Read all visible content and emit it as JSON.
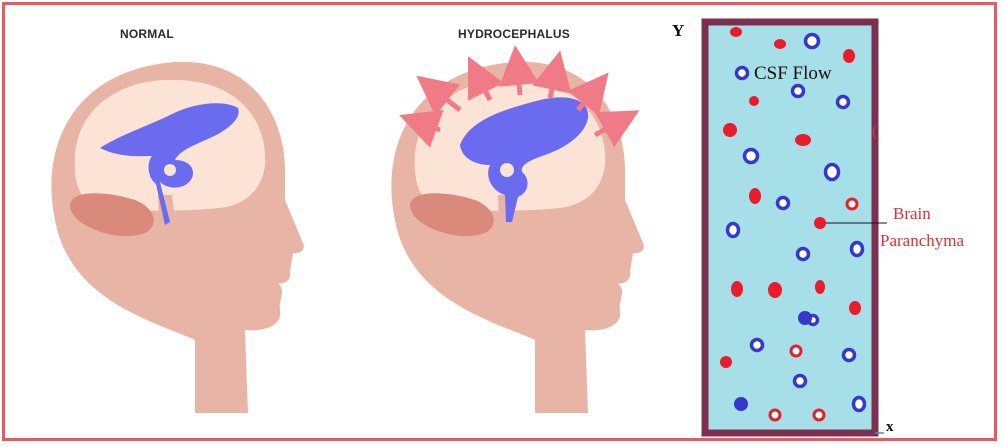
{
  "panels": {
    "normal": {
      "title": "NORMAL"
    },
    "hydrocephalus": {
      "title": "HYDROCEPHALUS"
    }
  },
  "flow_diagram": {
    "y_axis_label": "Y",
    "x_axis_label": "x",
    "csf_label": "CSF Flow",
    "brain_label_line1": "Brain",
    "brain_label_line2": "Paranchyma",
    "side_mark": "("
  },
  "colors": {
    "frame": "#e85a5f",
    "channel_fill": "#a7dfe8",
    "channel_border": "#7b3050",
    "ventricle": "#6b6bf0",
    "head_skin": "#e8b4a6",
    "brain": "#fbe3d6",
    "cerebellum": "#d98a7a",
    "arrow": "#f07a86",
    "particle_red": "#e81c2a",
    "particle_blue": "#3538c8"
  },
  "particles": {
    "red": [
      [
        736,
        32,
        6,
        5
      ],
      [
        780,
        44,
        6,
        5
      ],
      [
        849,
        56,
        6,
        7
      ],
      [
        754,
        101,
        5,
        5
      ],
      [
        730,
        130,
        7,
        7
      ],
      [
        803,
        140,
        8,
        6
      ],
      [
        755,
        196,
        6,
        8
      ],
      [
        820,
        223,
        6,
        6
      ],
      [
        737,
        289,
        6,
        8
      ],
      [
        775,
        290,
        7,
        8
      ],
      [
        820,
        287,
        5,
        7
      ],
      [
        855,
        308,
        6,
        7
      ],
      [
        726,
        362,
        6,
        6
      ],
      [
        776,
        415,
        5,
        5
      ],
      [
        833,
        260,
        0,
        0
      ]
    ],
    "red_ring": [
      [
        852,
        204,
        6,
        6
      ],
      [
        796,
        351,
        6,
        6
      ],
      [
        819,
        415,
        6,
        6
      ],
      [
        775,
        415,
        6,
        6
      ]
    ],
    "blue_ring": [
      [
        812,
        41,
        8,
        8
      ],
      [
        742,
        73,
        7,
        7
      ],
      [
        798,
        91,
        7,
        7
      ],
      [
        843,
        102,
        7,
        7
      ],
      [
        751,
        156,
        8,
        8
      ],
      [
        832,
        172,
        8,
        9
      ],
      [
        783,
        203,
        7,
        7
      ],
      [
        733,
        230,
        7,
        8
      ],
      [
        803,
        254,
        7,
        7
      ],
      [
        857,
        249,
        7,
        8
      ],
      [
        757,
        345,
        7,
        7
      ],
      [
        849,
        355,
        7,
        7
      ],
      [
        800,
        381,
        7,
        7
      ],
      [
        859,
        404,
        7,
        8
      ],
      [
        813,
        320,
        6,
        6
      ]
    ],
    "blue_dot": [
      [
        805,
        318,
        7,
        7
      ],
      [
        741,
        404,
        7,
        7
      ]
    ]
  }
}
